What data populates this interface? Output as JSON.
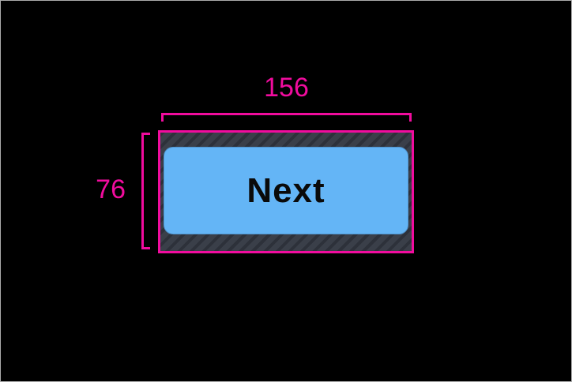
{
  "inspector": {
    "width_label": "156",
    "height_label": "76",
    "button_label": "Next"
  },
  "colors": {
    "annotation_pink": "#f10c9e",
    "button_blue": "#64b5f6",
    "button_text": "#0a0a0a",
    "hatch_base": "#3a3f49",
    "hatch_stripe": "#2d313a",
    "canvas_background": "#000000",
    "frame_border": "#acacac"
  }
}
